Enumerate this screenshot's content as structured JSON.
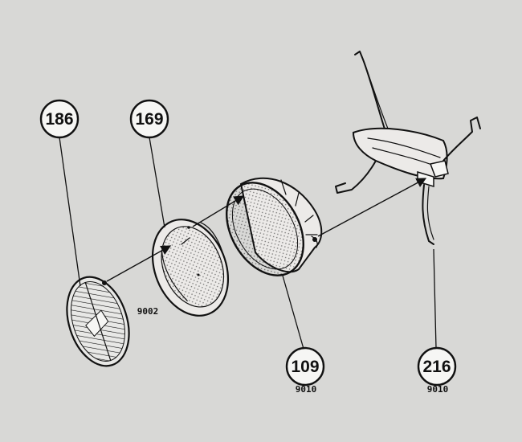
{
  "callouts": [
    {
      "id": "186",
      "label": "186",
      "code": ""
    },
    {
      "id": "169",
      "label": "169",
      "code": "9002"
    },
    {
      "id": "109",
      "label": "109",
      "code": "9010"
    },
    {
      "id": "216",
      "label": "216",
      "code": "9010"
    }
  ],
  "colors": {
    "background": "#d8d8d6",
    "ink": "#111111",
    "paper": "#f6f6f4"
  }
}
